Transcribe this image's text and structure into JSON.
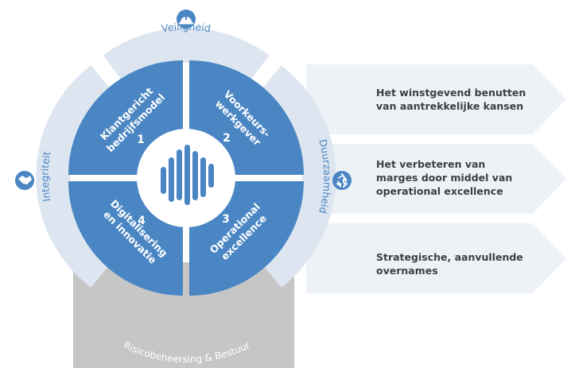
{
  "colors": {
    "quadrant": "#4a86c3",
    "ring": "#dce5f0",
    "ring_text": "#4a86c3",
    "arrow_bar": "#eef2f6",
    "base": "#c6c6c6",
    "base_text": "#ffffff",
    "bar_text": "#3a3f47"
  },
  "icons": {
    "top": "helmet-icon",
    "left": "handshake-icon",
    "right": "recycle-icon",
    "center": "logo-mark-icon"
  },
  "ring": {
    "top_label": "Veiligheid",
    "left_label": "Integriteit",
    "right_label": "Duurzaamheid"
  },
  "base_label": "Risicobeheersing & Bestuur",
  "quadrants": [
    {
      "number": "1",
      "line1": "Klantgericht",
      "line2": "bedrijfsmodel"
    },
    {
      "number": "2",
      "line1": "Voorkeurs-",
      "line2": "werkgever"
    },
    {
      "number": "3",
      "line1": "Operational",
      "line2": "excellence"
    },
    {
      "number": "4",
      "line1": "Digitalisering",
      "line2": "en innovatie"
    }
  ],
  "bars": [
    {
      "line1": "Het winstgevend benutten",
      "line2": "van aantrekkelijke kansen"
    },
    {
      "line1": "Het verbeteren van",
      "line2": "marges door middel van",
      "line3": "operational excellence"
    },
    {
      "line1": "Strategische, aanvullende",
      "line2": "overnames"
    }
  ]
}
